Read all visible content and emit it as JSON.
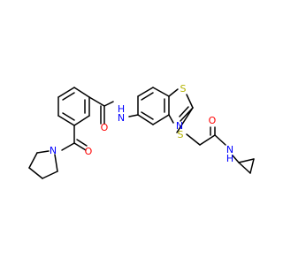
{
  "molecule": {
    "labels": {
      "o_amide_left": "O",
      "o_ketone": "O",
      "o_amide_right": "O",
      "n_amide_left": "N",
      "h_amide_left": "H",
      "n_pyrrolidine": "N",
      "s_ring": "S",
      "n_ring": "N",
      "s_thioether": "S",
      "n_amide_right": "N",
      "h_amide_right": "H"
    },
    "colors": {
      "carbon": "#000000",
      "oxygen": "#ff0000",
      "nitrogen": "#0000ff",
      "sulfur": "#b2b200"
    }
  }
}
